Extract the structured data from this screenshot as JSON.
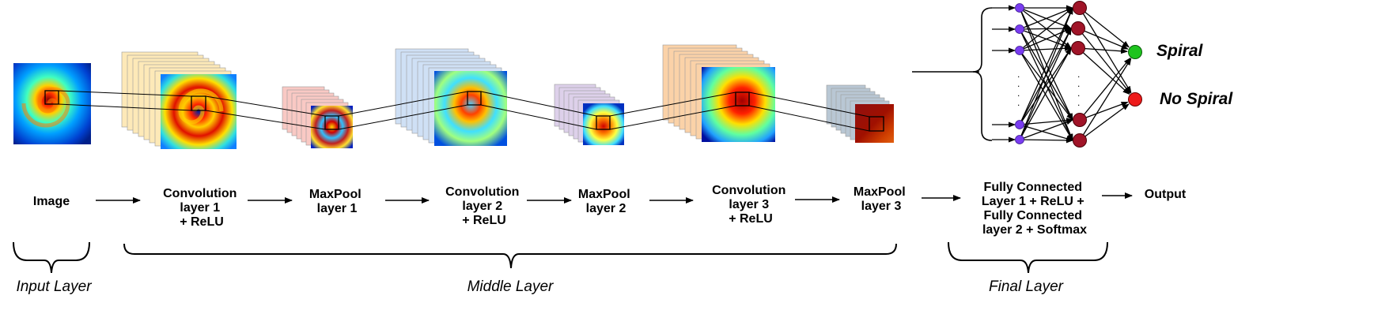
{
  "stages": [
    {
      "id": "image",
      "lines": [
        "Image"
      ]
    },
    {
      "id": "conv1",
      "lines": [
        "Convolution",
        "layer 1",
        "+ ReLU"
      ]
    },
    {
      "id": "pool1",
      "lines": [
        "MaxPool",
        "layer 1"
      ]
    },
    {
      "id": "conv2",
      "lines": [
        "Convolution",
        "layer 2",
        "+ ReLU"
      ]
    },
    {
      "id": "pool2",
      "lines": [
        "MaxPool",
        "layer 2"
      ]
    },
    {
      "id": "conv3",
      "lines": [
        "Convolution",
        "layer 3",
        "+ ReLU"
      ]
    },
    {
      "id": "pool3",
      "lines": [
        "MaxPool",
        "layer 3"
      ]
    },
    {
      "id": "fc",
      "lines": [
        "Fully Connected",
        "Layer 1 + ReLU +",
        "Fully Connected",
        "layer 2 + Softmax"
      ]
    },
    {
      "id": "output",
      "lines": [
        "Output"
      ]
    }
  ],
  "groups": {
    "input": "Input Layer",
    "middle": "Middle Layer",
    "final": "Final Layer"
  },
  "outputs": {
    "spiral": "Spiral",
    "no_spiral": "No Spiral"
  },
  "colors": {
    "conv1_stack": "#fde9b8",
    "pool1_stack": "#f9c9c4",
    "conv2_stack": "#cfe0f5",
    "pool2_stack": "#ddd0ea",
    "conv3_stack": "#fbd2a8",
    "pool3_stack": "#b9c7d4",
    "input_node": "#7a3cf0",
    "hidden_node": "#a01428",
    "spiral_node": "#1ec41e",
    "no_spiral_node": "#ee1a1a"
  }
}
